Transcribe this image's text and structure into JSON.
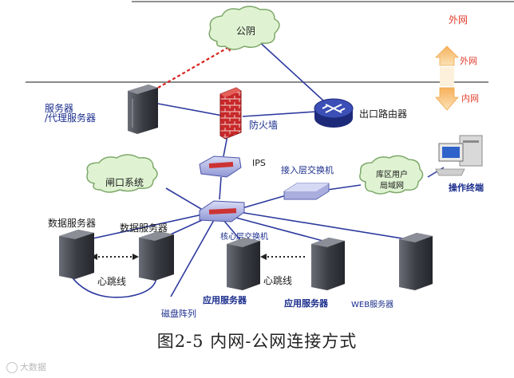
{
  "zones": {
    "outer_top": "外网",
    "outer": "外网",
    "inner": "内网"
  },
  "nodes": {
    "cloud_public": "公阴",
    "proxy_server_line1": "服务器",
    "proxy_server_line2": "/代理服务器",
    "firewall": "防火墙",
    "exit_router": "出口路由器",
    "ips": "IPS",
    "access_switch": "接入层交换机",
    "lan_line1": "库区用户",
    "lan_line2": "局域网",
    "ops_terminal": "操作终端",
    "gate_system": "闸口系统",
    "data_server_1": "数据服务器",
    "data_server_2": "数据服务器",
    "core_switch": "核心层交换机",
    "heartbeat_1": "心跳线",
    "heartbeat_2": "心跳线",
    "app_server_1": "应用服务器",
    "app_server_2": "应用服务器",
    "web_server": "WEB服务器",
    "disk_array": "磁盘阵列"
  },
  "caption": "图2-5  内网-公网连接方式",
  "watermark": "大数据",
  "colors": {
    "cloud_fill": "#dff3d2",
    "cloud_stroke": "#7ea86a",
    "zone_red": "#e23b2b",
    "label_blue": "#1a2d8c",
    "line": "#2d3a9e",
    "dash_red": "#d9231e",
    "switch_fill": "#b7bde8",
    "server_dark": "#3f4148"
  }
}
